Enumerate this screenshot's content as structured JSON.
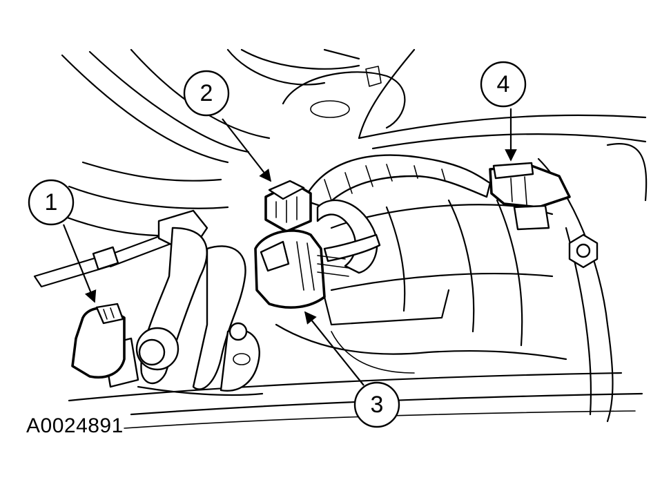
{
  "figure_id": "A0024891",
  "callouts": [
    {
      "label": "1",
      "part": "connector-1"
    },
    {
      "label": "2",
      "part": "connector-2"
    },
    {
      "label": "3",
      "part": "connector-3"
    },
    {
      "label": "4",
      "part": "connector-4"
    }
  ]
}
